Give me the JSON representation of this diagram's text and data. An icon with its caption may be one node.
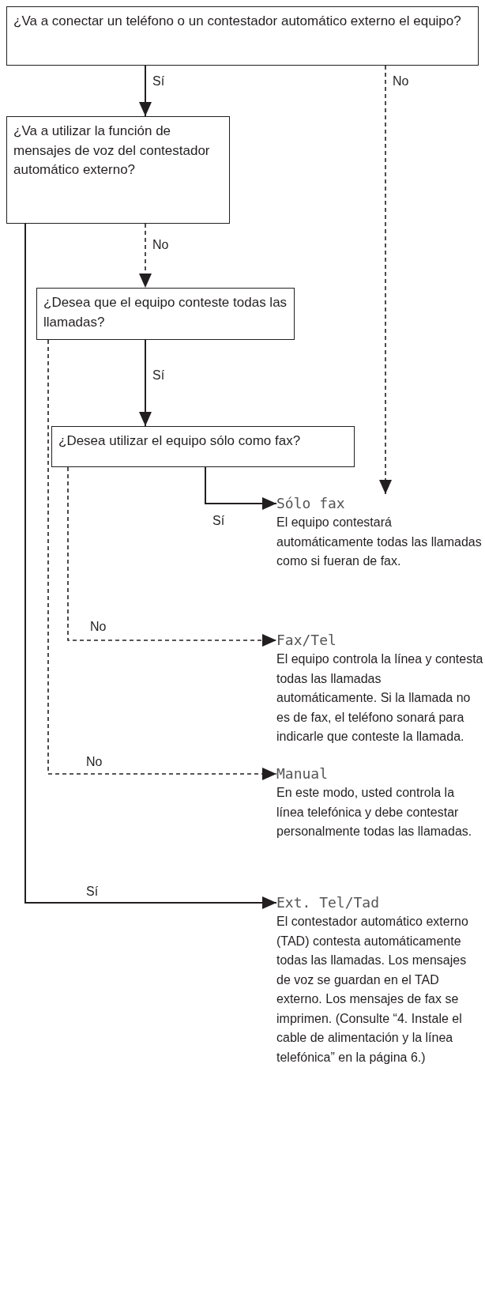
{
  "diagram": {
    "nodes": [
      {
        "text": [
          "¿Va a conectar un teléfono o un contestador automático externo el equipo?"
        ]
      },
      {
        "text": [
          "¿Va a utilizar la función de mensajes de voz del contestador automático externo?"
        ]
      },
      {
        "text": [
          "¿Desea que el equipo conteste todas las llamadas?"
        ]
      },
      {
        "text": [
          "¿Desea utilizar el equipo sólo como fax?"
        ]
      },
      {
        "text": [
          "Sólo fax",
          "El equipo contestará automáticamente todas las llamadas como si fueran de fax."
        ]
      },
      {
        "text": [
          "Fax/Tel",
          "El equipo controla la línea y contesta todas las llamadas automáticamente. Si la llamada no es de fax, el teléfono sonará para indicarle que conteste la llamada."
        ]
      },
      {
        "text": [
          "Manual",
          "En este modo, usted controla la línea telefónica y debe contestar personalmente todas las llamadas."
        ]
      },
      {
        "text": [
          "Ext. Tel/Tad",
          "El contestador automático externo (TAD) contesta automáticamente todas las llamadas. Los mensajes de voz se guardan en el TAD externo. Los mensajes de fax se imprimen. (Consulte “4. Instale el cable de alimentación y la línea telefónica” en la página 6.)"
        ]
      }
    ],
    "edges": [
      {
        "from": 0,
        "to": 1,
        "arrow": "to",
        "label": "Sí"
      },
      {
        "from": 0,
        "to": 4,
        "arrow": "to",
        "label": "No",
        "style": "dashed"
      },
      {
        "from": 1,
        "to": 2,
        "arrow": "to",
        "label": "No",
        "style": "dashed"
      },
      {
        "from": 1,
        "to": 7,
        "arrow": "to",
        "label": "Sí"
      },
      {
        "from": 2,
        "to": 3,
        "arrow": "to",
        "label": "Sí"
      },
      {
        "from": 2,
        "to": 6,
        "arrow": "to",
        "label": "No",
        "style": "dashed"
      },
      {
        "from": 3,
        "to": 4,
        "arrow": "to",
        "label": "Sí"
      },
      {
        "from": 3,
        "to": 5,
        "arrow": "to",
        "label": "No",
        "style": "dashed"
      }
    ]
  }
}
